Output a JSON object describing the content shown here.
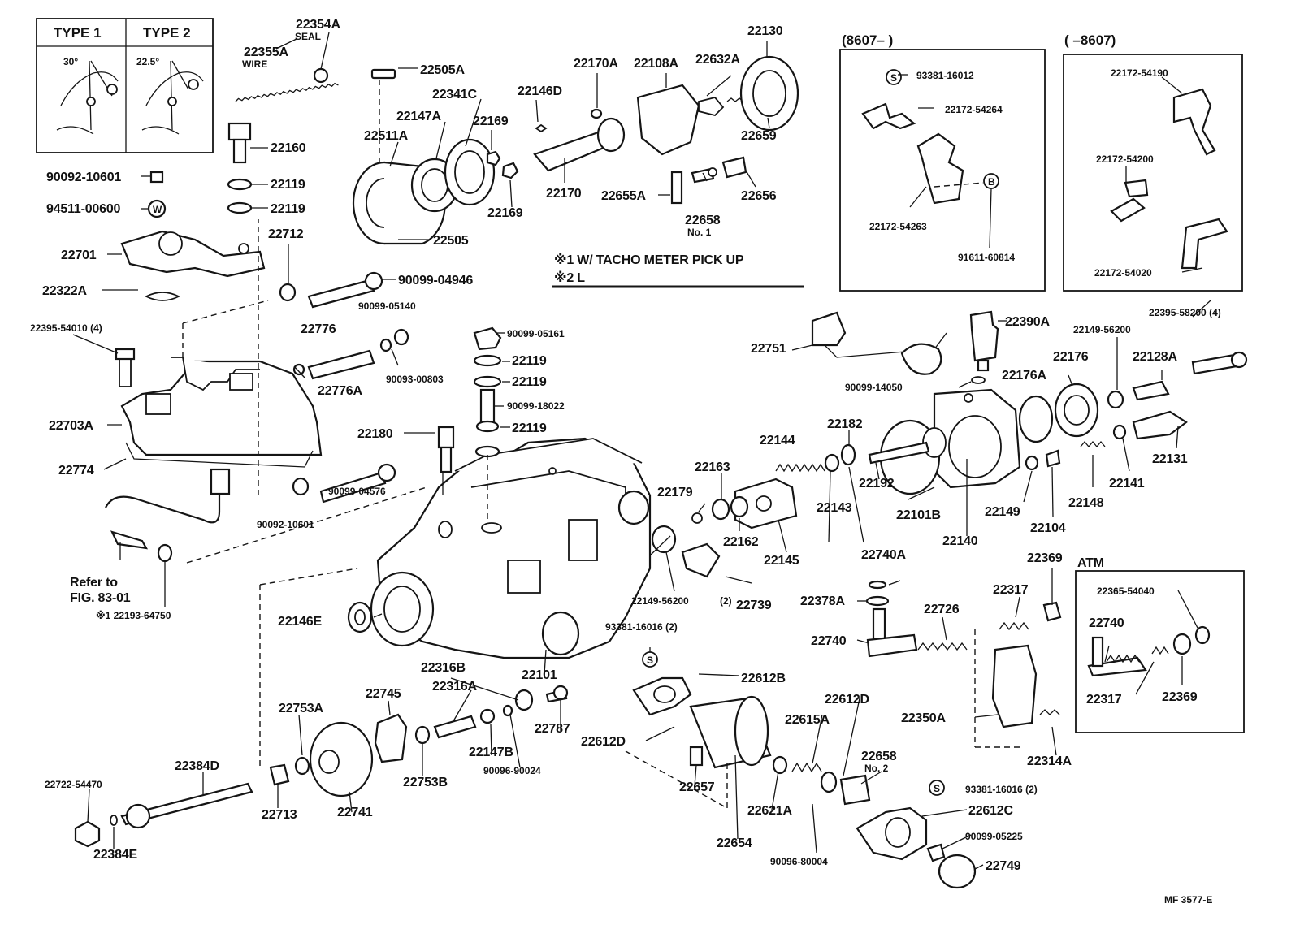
{
  "type_box": {
    "type1": "TYPE 1",
    "type2": "TYPE 2",
    "angle1": "30°",
    "angle2": "22.5°"
  },
  "notes": {
    "note1": "※1 W/ TACHO METER PICK UP",
    "note2": "※2 L",
    "refer1": "Refer to",
    "refer2": "FIG. 83-01",
    "atm": "ATM",
    "drawing_no": "MF  3577-E"
  },
  "inset_left": {
    "header": "(8607–          )"
  },
  "inset_right": {
    "header": "(          –8607)"
  },
  "labels": {
    "l22354A": "22354A",
    "lSEAL": "SEAL",
    "l22355A": "22355A",
    "lWIRE": "WIRE",
    "l22505A": "22505A",
    "l22160": "22160",
    "l22119a": "22119",
    "l22119b": "22119",
    "l9009210601a": "90092-10601",
    "l9451100600": "94511-00600",
    "l22701": "22701",
    "l22322A": "22322A",
    "l22712": "22712",
    "l9009904946": "90099-04946",
    "l22511A": "22511A",
    "l22147A": "22147A",
    "l22341C": "22341C",
    "l22169a": "22169",
    "l22169b": "22169",
    "l22146D": "22146D",
    "l22170A": "22170A",
    "l22108A": "22108A",
    "l22632A": "22632A",
    "l22130": "22130",
    "l22659": "22659",
    "l22170": "22170",
    "l22655A": "22655A",
    "l22658a": "22658",
    "lNo1": "No. 1",
    "l22656": "22656",
    "l22505": "22505",
    "l9338116012": "93381-16012",
    "l2217254264": "22172-54264",
    "l2217254263": "22172-54263",
    "l9161160814": "91611-60814",
    "l2217254190": "22172-54190",
    "l2217254200": "22172-54200",
    "l2217254020": "22172-54020",
    "l2239554010": "22395-54010 (4)",
    "l22776": "22776",
    "l9009905140": "90099-05140",
    "l22776A": "22776A",
    "l9009300803": "90093-00803",
    "l9009905161": "90099-05161",
    "l22119c": "22119",
    "l22119d": "22119",
    "l9009918022": "90099-18022",
    "l22119e": "22119",
    "l22703A": "22703A",
    "l22774": "22774",
    "l22180": "22180",
    "l9009904576": "90099-04576",
    "l9009210601b": "90092-10601",
    "l2219364750": "※1 22193-64750",
    "l22751": "22751",
    "l22390A": "22390A",
    "l2214956200a": "22149-56200",
    "l2239558200": "22395-58200 (4)",
    "l22176": "22176",
    "l22128A": "22128A",
    "l9009914050": "90099-14050",
    "l22176A": "22176A",
    "l22144": "22144",
    "l22182": "22182",
    "l22131": "22131",
    "l22163": "22163",
    "l22179": "22179",
    "l22143": "22143",
    "l22192": "22192",
    "l22148": "22148",
    "l22141": "22141",
    "l22101B": "22101B",
    "l22149": "22149",
    "l22104": "22104",
    "l22162": "22162",
    "l22145": "22145",
    "l22140": "22140",
    "l22146E": "22146E",
    "l2214956200b": "22149-56200",
    "l2b": "(2)",
    "l22739": "22739",
    "l22740A": "22740A",
    "l22369a": "22369",
    "l22378A": "22378A",
    "l22317a": "22317",
    "l22726": "22726",
    "l22740a": "22740",
    "l9338116016a": "93381-16016 (2)",
    "l22101": "22101",
    "l22316B": "22316B",
    "l22316A": "22316A",
    "l22787": "22787",
    "l22612B": "22612B",
    "l22612D": "22612D",
    "l22612Db": "22612D",
    "l22615A": "22615A",
    "l22658b": "22658",
    "lNo2": "No. 2",
    "l22350A": "22350A",
    "l22314A": "22314A",
    "l2236554040": "22365-54040",
    "l22740b": "22740",
    "l22317b": "22317",
    "l22369b": "22369",
    "l22753A": "22753A",
    "l22745": "22745",
    "l22147B": "22147B",
    "l9009690024": "90096-90024",
    "l22753B": "22753B",
    "l22384D": "22384D",
    "l2272254470": "22722-54470",
    "l22713": "22713",
    "l22741": "22741",
    "l22657": "22657",
    "l22621A": "22621A",
    "l22654": "22654",
    "l9009680004": "90096-80004",
    "l9338116016b": "93381-16016 (2)",
    "l22612C": "22612C",
    "l9009905225": "90099-05225",
    "l22749": "22749",
    "l22384E": "22384E"
  }
}
